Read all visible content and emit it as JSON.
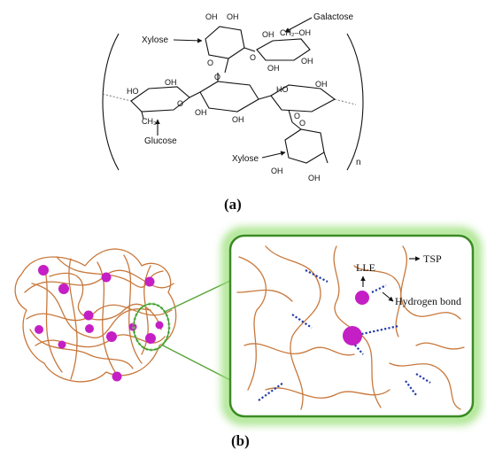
{
  "panel_a": {
    "label": "(a)",
    "sugar_labels": {
      "xylose_top": "Xylose",
      "galactose": "Galactose",
      "glucose": "Glucose",
      "xylose_bottom": "Xylose"
    },
    "hydroxyl": "OH",
    "hydroxyl_left": "HO",
    "ch2oh": "CH₂–OH",
    "ch3": "CH₃",
    "oxygen": "O",
    "repeat_subscript": "n"
  },
  "panel_b": {
    "label": "(b)",
    "tsp_label": "TSP",
    "lle_label": "LLE",
    "hbond_label": "Hydrogen bond"
  },
  "colors": {
    "strand": "#c8783c",
    "particle": "#c41fc4",
    "hbond": "#1f3aa8",
    "frame": "#3a8c22",
    "glow": "#9be07a"
  }
}
